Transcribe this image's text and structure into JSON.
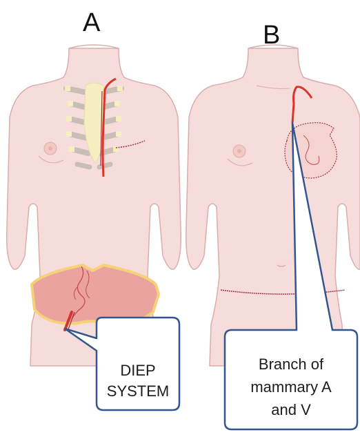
{
  "labels": {
    "panel_a": "A",
    "panel_b": "B"
  },
  "callouts": {
    "diep": [
      "DIEP",
      "SYSTEM"
    ],
    "mammary": [
      "Branch of",
      "mammary A",
      "and V"
    ]
  },
  "colors": {
    "skin": "#f6dcda",
    "skin_outline": "#d8aeae",
    "flap": "#eaa39f",
    "flap_fat": "#f5d27a",
    "vessel": "#d8352a",
    "bone": "#c9beb6",
    "cartilage": "#f6eec0",
    "callout_border": "#34558c",
    "incision": "#9c2e40"
  },
  "icons": [
    "torso-illustration-a",
    "torso-illustration-b"
  ]
}
